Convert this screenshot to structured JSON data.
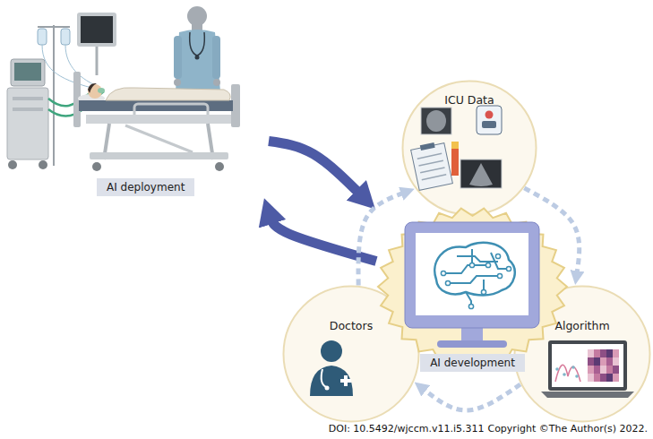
{
  "diagram": {
    "nodes": [
      {
        "text": [
          "AI deployment"
        ]
      },
      {
        "text": [
          "ICU Data"
        ]
      },
      {
        "text": [
          "Doctors"
        ]
      },
      {
        "text": [
          "Algorithm"
        ]
      },
      {
        "text": [
          "AI development"
        ]
      }
    ],
    "edges": [
      {
        "from": 0,
        "to": 4,
        "arrow": "to"
      },
      {
        "from": 4,
        "to": 0,
        "arrow": "to"
      },
      {
        "from": 1,
        "to": 3,
        "arrow": "to"
      },
      {
        "from": 3,
        "to": 2,
        "arrow": "to"
      },
      {
        "from": 2,
        "to": 1,
        "arrow": "to"
      }
    ],
    "labels": [
      "DOI: 10.5492/wjccm.v11.i5.311",
      "Copyright ©The Author(s) 2022."
    ]
  }
}
